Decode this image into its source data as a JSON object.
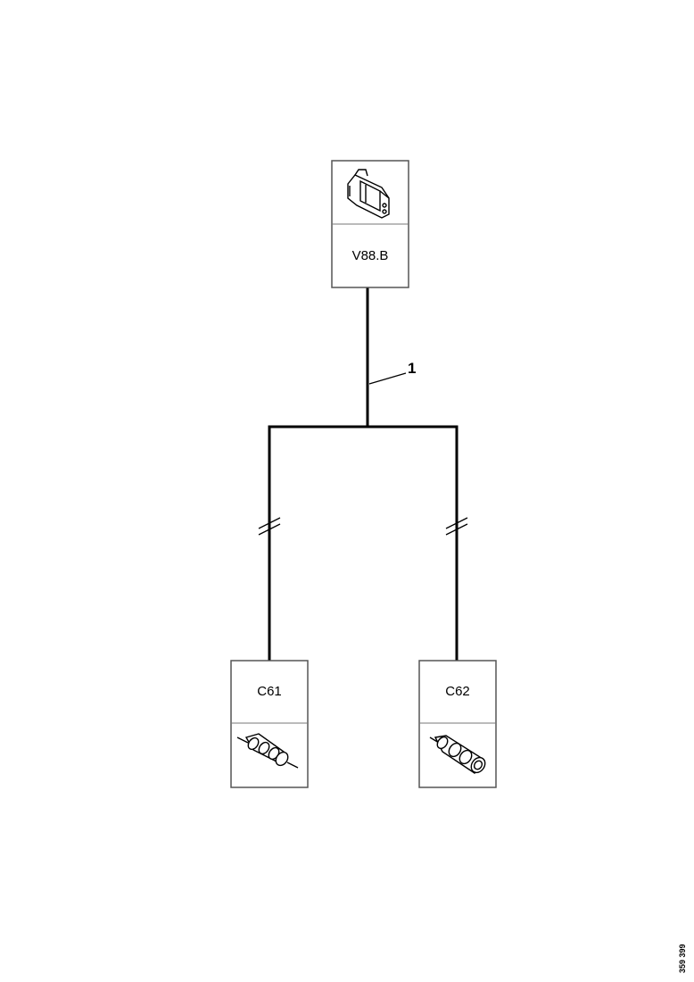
{
  "connectors": {
    "top": {
      "label": "V88.B",
      "icon": "connector-housing-icon"
    },
    "bottom_left": {
      "label": "C61",
      "icon": "plug-connector-icon"
    },
    "bottom_right": {
      "label": "C62",
      "icon": "plug-connector-icon"
    }
  },
  "wire_callout": {
    "label": "1"
  },
  "reference_number": "359 399",
  "colors": {
    "line": "#000000",
    "border": "#555555",
    "background": "#ffffff"
  }
}
